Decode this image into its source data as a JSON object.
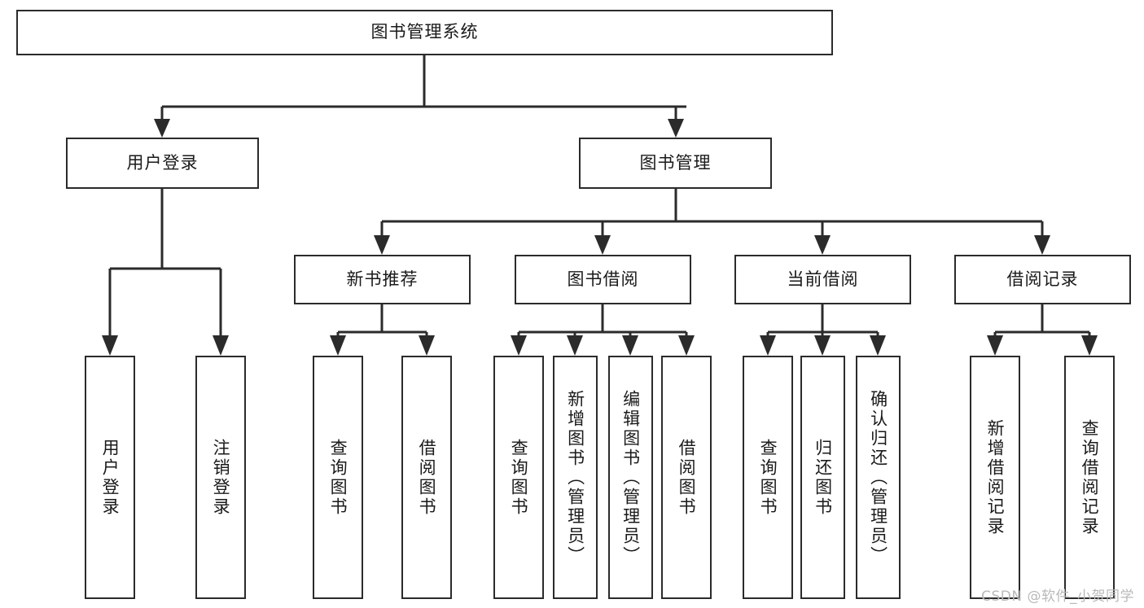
{
  "diagram": {
    "title": "图书管理系统",
    "type": "hierarchy-tree",
    "colors": {
      "box_border": "#2b2b2b",
      "box_fill": "#ffffff",
      "connector": "#2b2b2b",
      "text": "#1a1a1a",
      "background": "#ffffff",
      "watermark": "#b9b9b9"
    },
    "levels": [
      {
        "level": 1,
        "nodes": [
          {
            "id": "root",
            "label": "图书管理系统",
            "orientation": "horizontal"
          }
        ]
      },
      {
        "level": 2,
        "nodes": [
          {
            "id": "user-login",
            "label": "用户登录",
            "orientation": "horizontal",
            "parent": "root"
          },
          {
            "id": "book-manage",
            "label": "图书管理",
            "orientation": "horizontal",
            "parent": "root"
          }
        ]
      },
      {
        "level": 3,
        "nodes": [
          {
            "id": "new-book-rec",
            "label": "新书推荐",
            "orientation": "horizontal",
            "parent": "book-manage"
          },
          {
            "id": "book-borrow",
            "label": "图书借阅",
            "orientation": "horizontal",
            "parent": "book-manage"
          },
          {
            "id": "current-borrow",
            "label": "当前借阅",
            "orientation": "horizontal",
            "parent": "book-manage"
          },
          {
            "id": "borrow-record",
            "label": "借阅记录",
            "orientation": "horizontal",
            "parent": "book-manage"
          }
        ]
      },
      {
        "level": 4,
        "nodes": [
          {
            "id": "leaf-user-login",
            "label": "用户登录",
            "orientation": "vertical",
            "parent": "user-login"
          },
          {
            "id": "leaf-logout-login",
            "label": "注销登录",
            "orientation": "vertical",
            "parent": "user-login"
          },
          {
            "id": "leaf-query-book-1",
            "label": "查询图书",
            "orientation": "vertical",
            "parent": "new-book-rec"
          },
          {
            "id": "leaf-borrow-book-1",
            "label": "借阅图书",
            "orientation": "vertical",
            "parent": "new-book-rec"
          },
          {
            "id": "leaf-query-book-2",
            "label": "查询图书",
            "orientation": "vertical",
            "parent": "book-borrow"
          },
          {
            "id": "leaf-add-book",
            "label": "新增图书（管理员）",
            "orientation": "vertical",
            "parent": "book-borrow"
          },
          {
            "id": "leaf-edit-book",
            "label": "编辑图书（管理员）",
            "orientation": "vertical",
            "parent": "book-borrow"
          },
          {
            "id": "leaf-borrow-book-2",
            "label": "借阅图书",
            "orientation": "vertical",
            "parent": "book-borrow"
          },
          {
            "id": "leaf-query-book-3",
            "label": "查询图书",
            "orientation": "vertical",
            "parent": "current-borrow"
          },
          {
            "id": "leaf-return-book",
            "label": "归还图书",
            "orientation": "vertical",
            "parent": "current-borrow"
          },
          {
            "id": "leaf-confirm-return",
            "label": "确认归还（管理员）",
            "orientation": "vertical",
            "parent": "current-borrow"
          },
          {
            "id": "leaf-add-record",
            "label": "新增借阅记录",
            "orientation": "vertical",
            "parent": "borrow-record"
          },
          {
            "id": "leaf-query-record",
            "label": "查询借阅记录",
            "orientation": "vertical",
            "parent": "borrow-record"
          }
        ]
      }
    ]
  },
  "watermark": {
    "text": "CSDN @软件_小贺同学"
  }
}
